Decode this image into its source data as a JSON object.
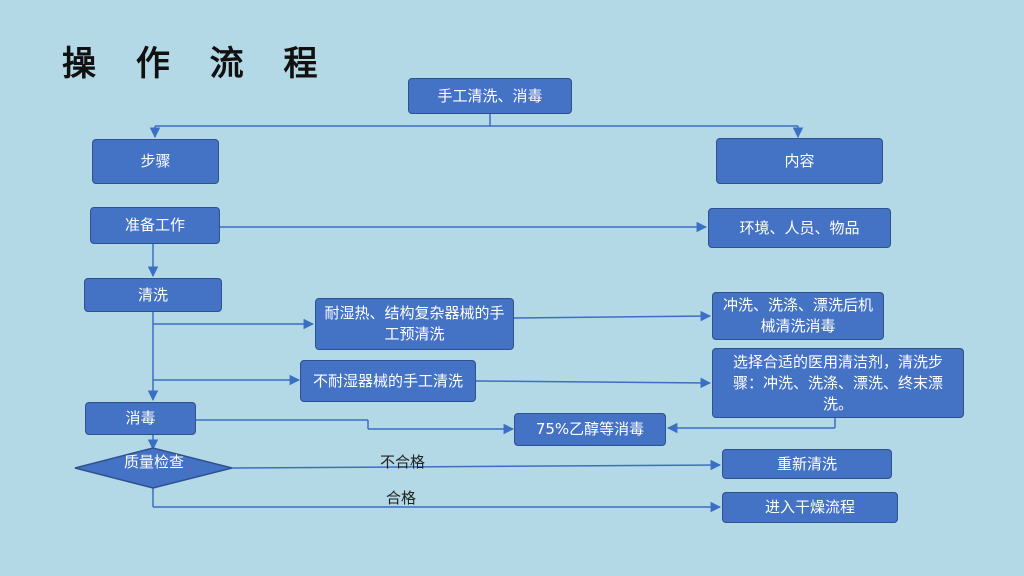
{
  "title": "操 作 流 程",
  "nodes": {
    "root": "手工清洗、消毒",
    "steps": "步骤",
    "content": "内容",
    "prepare": "准备工作",
    "env": "环境、人员、物品",
    "clean": "清洗",
    "heat_resist": "耐湿热、结构复杂器械的手工预清洗",
    "rinse_machine": "冲洗、洗涤、漂洗后机械清洗消毒",
    "non_heat": "不耐湿器械的手工清洗",
    "select_agent": "选择合适的医用清洁剂，清洗步骤：冲洗、洗涤、漂洗、终末漂洗。",
    "disinfect": "消毒",
    "alcohol": "75%乙醇等消毒",
    "quality": "质量检查",
    "reclean": "重新清洗",
    "dry": "进入干燥流程"
  },
  "edges": {
    "fail": "不合格",
    "pass": "合格"
  }
}
